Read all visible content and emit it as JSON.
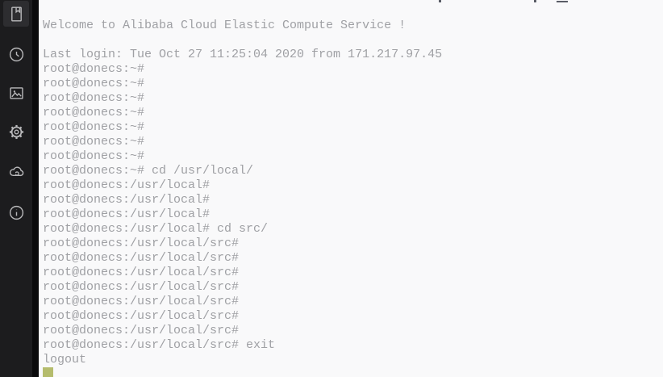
{
  "sidebar": {
    "items": [
      {
        "icon": "book-icon",
        "selected": true
      },
      {
        "icon": "clock-icon",
        "selected": false
      },
      {
        "icon": "image-icon",
        "selected": false
      },
      {
        "icon": "gear-icon",
        "selected": false
      },
      {
        "icon": "cloud-sync-icon",
        "selected": false
      },
      {
        "icon": "info-icon",
        "selected": false
      }
    ],
    "colors": {
      "background": "#1c1c1e",
      "divider": "#0a0a0b",
      "selected_item_background": "#2d2d30",
      "icon_stroke": "#b9b9bb"
    }
  },
  "terminal": {
    "lines": [
      "Welcome to Alibaba Cloud Elastic Compute Service !",
      "",
      "Last login: Tue Oct 27 11:25:04 2020 from 171.217.97.45",
      "root@donecs:~#",
      "root@donecs:~#",
      "root@donecs:~#",
      "root@donecs:~#",
      "root@donecs:~#",
      "root@donecs:~#",
      "root@donecs:~#",
      "root@donecs:~# cd /usr/local/",
      "root@donecs:/usr/local#",
      "root@donecs:/usr/local#",
      "root@donecs:/usr/local#",
      "root@donecs:/usr/local# cd src/",
      "root@donecs:/usr/local/src#",
      "root@donecs:/usr/local/src#",
      "root@donecs:/usr/local/src#",
      "root@donecs:/usr/local/src#",
      "root@donecs:/usr/local/src#",
      "root@donecs:/usr/local/src#",
      "root@donecs:/usr/local/src#",
      "root@donecs:/usr/local/src# exit",
      "logout"
    ],
    "colors": {
      "background": "#f9f9fa",
      "text": "#9fa0a4",
      "cursor": "#b5bc6d"
    }
  }
}
